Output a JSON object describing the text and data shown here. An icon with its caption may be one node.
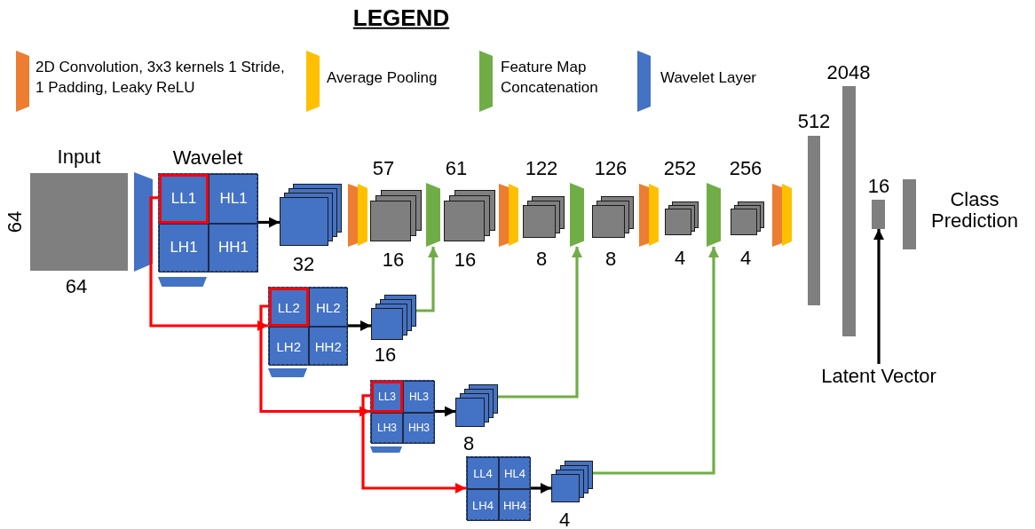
{
  "diagram": {
    "nodes": [
      {
        "text": [
          "Input"
        ],
        "beside": [
          "64",
          "64"
        ]
      },
      {
        "text": [
          "Wavelet"
        ]
      },
      {
        "text": [
          "LL1"
        ],
        "in": 1
      },
      {
        "text": [
          "HL1"
        ],
        "in": 1
      },
      {
        "text": [
          "LH1"
        ],
        "in": 1
      },
      {
        "text": [
          "HH1"
        ],
        "in": 1
      },
      {
        "text": [],
        "shape": "box",
        "beside": [
          "32"
        ]
      },
      {
        "text": [],
        "shape": "box",
        "beside": [
          "57",
          "16"
        ]
      },
      {
        "text": [],
        "shape": "trapezoid"
      },
      {
        "text": [],
        "shape": "box",
        "beside": [
          "61",
          "16"
        ]
      },
      {
        "text": [],
        "shape": "box",
        "beside": [
          "122",
          "8"
        ]
      },
      {
        "text": [],
        "shape": "trapezoid"
      },
      {
        "text": [],
        "shape": "box",
        "beside": [
          "126",
          "8"
        ]
      },
      {
        "text": [],
        "shape": "box",
        "beside": [
          "4"
        ]
      },
      {
        "text": [],
        "shape": "trapezoid"
      },
      {
        "text": [],
        "shape": "box",
        "beside": [
          "4"
        ]
      },
      {
        "text": [],
        "shape": "bar",
        "beside": [
          "512"
        ]
      },
      {
        "text": [],
        "shape": "bar",
        "beside": [
          "2048"
        ]
      },
      {
        "text": [],
        "shape": "bar",
        "beside": [
          "16"
        ]
      },
      {
        "text": [],
        "shape": "bar",
        "beside": [
          "Class Prediction"
        ]
      },
      {
        "text": [],
        "shape": "box"
      },
      {
        "text": [
          "LL2"
        ],
        "in": 20
      },
      {
        "text": [
          "HL2"
        ],
        "in": 20
      },
      {
        "text": [
          "LH2"
        ],
        "in": 20
      },
      {
        "text": [
          "HH2"
        ],
        "in": 20
      },
      {
        "text": [],
        "shape": "box",
        "beside": [
          "16"
        ]
      },
      {
        "text": [
          "Latent Vector"
        ]
      },
      {
        "text": [],
        "shape": "box"
      },
      {
        "text": [
          "LL3"
        ],
        "in": 27
      },
      {
        "text": [
          "HL3"
        ],
        "in": 27
      },
      {
        "text": [
          "LH3"
        ],
        "in": 27
      },
      {
        "text": [
          "HH3"
        ],
        "in": 27
      },
      {
        "text": [],
        "shape": "box",
        "beside": [
          "8"
        ]
      },
      {
        "text": [],
        "shape": "box"
      },
      {
        "text": [
          "LL4"
        ],
        "in": 33
      },
      {
        "text": [
          "HL4"
        ],
        "in": 33
      },
      {
        "text": [
          "LH4"
        ],
        "in": 33
      },
      {
        "text": [
          "HH4"
        ],
        "in": 33
      },
      {
        "text": [],
        "shape": "box",
        "beside": [
          "4"
        ]
      }
    ],
    "edges": [
      {
        "from": 1,
        "to": 6,
        "arrow": "to"
      },
      {
        "from": 2,
        "to": 20,
        "arrow": "to",
        "color": "#ff0000"
      },
      {
        "from": 20,
        "to": 25,
        "arrow": "to"
      },
      {
        "from": 25,
        "to": 8,
        "arrow": "to",
        "color": "#70ad47"
      },
      {
        "from": 21,
        "to": 27,
        "arrow": "to",
        "color": "#ff0000"
      },
      {
        "from": 27,
        "to": 32,
        "arrow": "to"
      },
      {
        "from": 32,
        "to": 11,
        "arrow": "to",
        "color": "#70ad47"
      },
      {
        "from": 28,
        "to": 33,
        "arrow": "to",
        "color": "#ff0000"
      },
      {
        "from": 33,
        "to": 38,
        "arrow": "to"
      },
      {
        "from": 38,
        "to": 14,
        "arrow": "to",
        "color": "#70ad47"
      },
      {
        "from": 26,
        "to": 18,
        "arrow": "to"
      }
    ],
    "labels": [
      "LEGEND",
      "252",
      "256"
    ],
    "legend": [
      {
        "text": "2D Convolution, 3x3 kernels 1 Stride, 1 Padding, Leaky ReLU",
        "color": "#ed7d31"
      },
      {
        "text": "Average Pooling",
        "color": "#ffc000"
      },
      {
        "text": "Feature Map Concatenation",
        "color": "#70ad47"
      },
      {
        "text": "Wavelet Layer",
        "color": "#4472c4"
      }
    ]
  }
}
